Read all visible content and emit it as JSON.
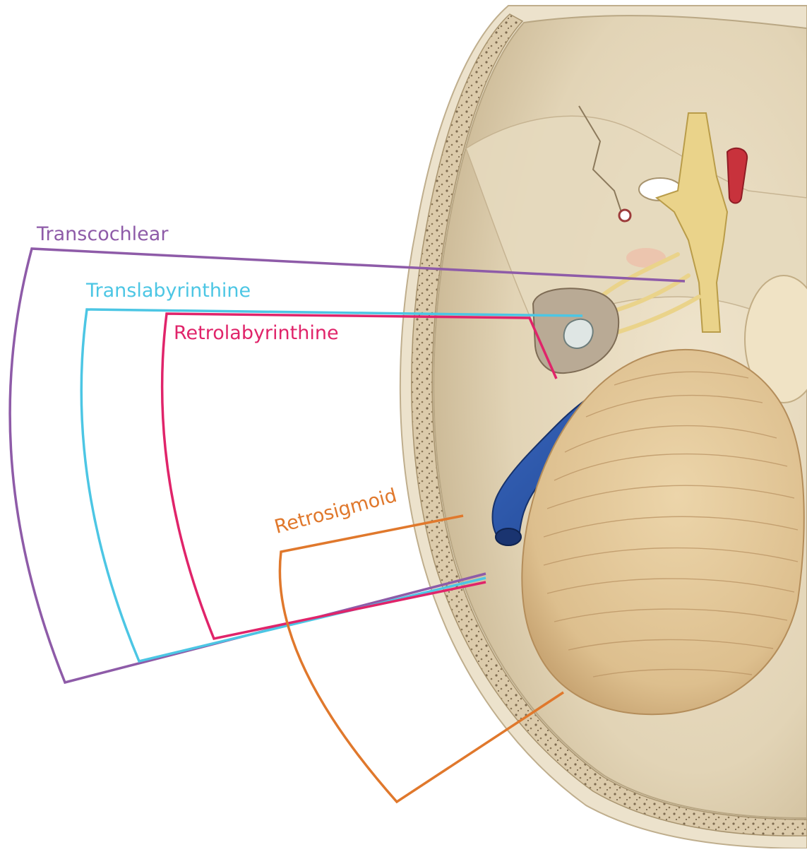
{
  "approaches": [
    {
      "id": "transcochlear",
      "label": "Transcochlear",
      "color": "#8e5ba8"
    },
    {
      "id": "translabyrinthine",
      "label": "Translabyrinthine",
      "color": "#4cc6e4"
    },
    {
      "id": "retrolabyrinthine",
      "label": "Retrolabyrinthine",
      "color": "#e0246a"
    },
    {
      "id": "retrosigmoid",
      "label": "Retrosigmoid",
      "color": "#e0782c"
    }
  ],
  "palette": {
    "bone": "#e8dcc2",
    "bone_shadow": "#c9b898",
    "diploe": "#d8c6a4",
    "cerebellum": "#e3c79a",
    "nerve": "#e9d27a",
    "artery": "#c8323c",
    "sinus": "#2f5bb0"
  }
}
